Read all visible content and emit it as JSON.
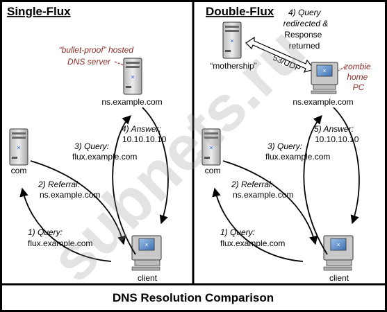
{
  "panels": {
    "single": {
      "title": "Single-Flux",
      "hosted_note": [
        "“bullet-proof” hosted",
        "DNS server"
      ],
      "ns_label": "ns.example.com",
      "com_label": "com",
      "client_label": "client",
      "answer": [
        "4) Answer:",
        "10.10.10.10"
      ],
      "query3": [
        "3) Query:",
        "flux.example.com"
      ],
      "referral": [
        "2) Referral:",
        "ns.example.com"
      ],
      "query1": [
        "1) Query:",
        "flux.example.com"
      ]
    },
    "double": {
      "title": "Double-Flux",
      "redirect_note": [
        "4) Query",
        "redirected &",
        "Response",
        "returned"
      ],
      "mothership_label": "“mothership”",
      "protocol_label": "53/UDP",
      "zombie_note": [
        "zombie",
        "home",
        "PC"
      ],
      "ns_label": "ns.example.com",
      "com_label": "com",
      "client_label": "client",
      "answer": [
        "5) Answer:",
        "10.10.10.10"
      ],
      "query3": [
        "3) Query:",
        "flux.example.com"
      ],
      "referral": [
        "2) Referral:",
        "ns.example.com"
      ],
      "query1": [
        "1) Query:",
        "flux.example.com"
      ]
    }
  },
  "footer": {
    "title": "DNS Resolution Comparison"
  },
  "watermark": "subnets.ru",
  "colors": {
    "border": "#000000",
    "note_red": "#8b2a24",
    "watermark": "#9a9a9a"
  }
}
